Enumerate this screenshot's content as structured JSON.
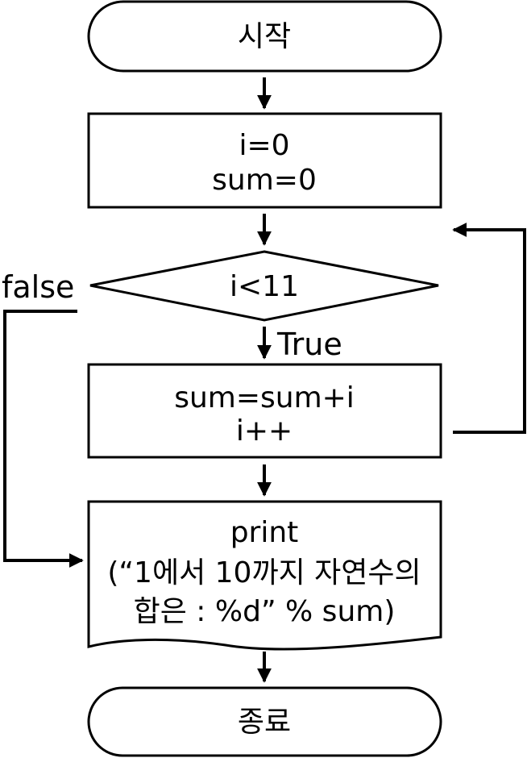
{
  "flowchart": {
    "start": "시작",
    "init": [
      "i=0",
      "sum=0"
    ],
    "condition": "i<11",
    "true_label": "True",
    "false_label": "false",
    "body": [
      "sum=sum+i",
      "i++"
    ],
    "output": [
      "print",
      "(“1에서 10까지 자연수의",
      "합은 : %d” % sum)"
    ],
    "end": "종료"
  },
  "colors": {
    "stroke": "#000000",
    "fill": "#ffffff"
  }
}
